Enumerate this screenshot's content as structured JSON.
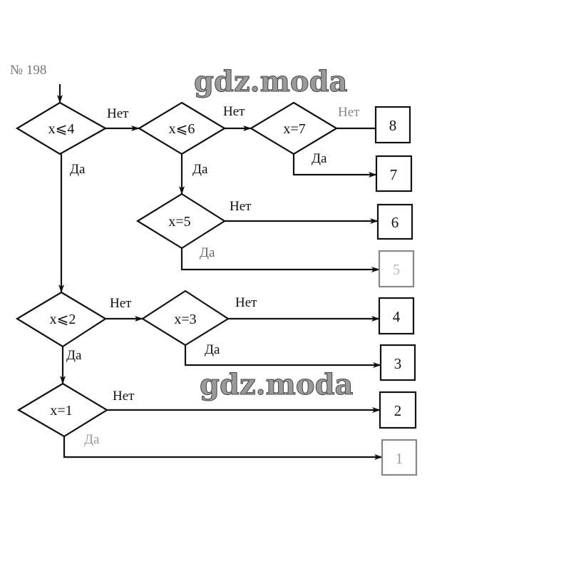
{
  "title": "№ 198",
  "watermark": "gdz.moda",
  "labels": {
    "no": "Нет",
    "yes": "Да"
  },
  "conditions": [
    "x⩽4",
    "x⩽6",
    "x=7",
    "x=5",
    "x⩽2",
    "x=3",
    "x=1"
  ],
  "outputs": [
    "8",
    "7",
    "6",
    "5",
    "4",
    "3",
    "2",
    "1"
  ]
}
